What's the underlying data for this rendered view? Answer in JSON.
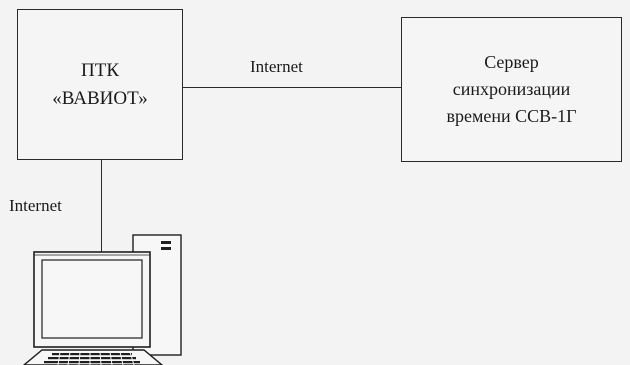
{
  "nodes": {
    "ptk": {
      "lines": [
        "ПТК",
        "«ВАВИОТ»"
      ]
    },
    "server": {
      "lines": [
        "Сервер",
        "синхронизации",
        "времени ССВ-1Г"
      ]
    }
  },
  "edges": {
    "ptk_server": {
      "label": "Internet"
    },
    "ptk_computer": {
      "label": "Internet"
    }
  },
  "icons": {
    "computer": "desktop-computer-icon"
  }
}
